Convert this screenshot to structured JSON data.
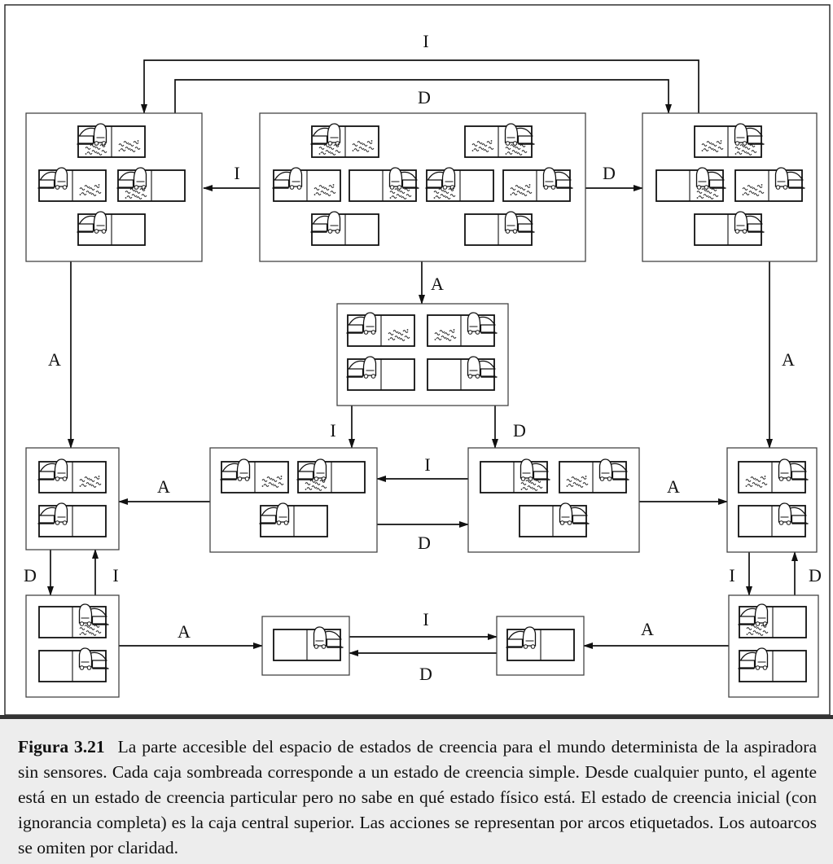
{
  "figure": {
    "action_labels": {
      "left": "I",
      "right": "D",
      "suck": "A"
    },
    "belief_states": [
      {
        "id": "top-center",
        "worlds": [
          {
            "agent": "left",
            "dirt_left": true,
            "dirt_right": true
          },
          {
            "agent": "right",
            "dirt_left": true,
            "dirt_right": true
          },
          {
            "agent": "left",
            "dirt_left": false,
            "dirt_right": true
          },
          {
            "agent": "right",
            "dirt_left": false,
            "dirt_right": true
          },
          {
            "agent": "left",
            "dirt_left": true,
            "dirt_right": false
          },
          {
            "agent": "right",
            "dirt_left": true,
            "dirt_right": false
          },
          {
            "agent": "left",
            "dirt_left": false,
            "dirt_right": false
          },
          {
            "agent": "right",
            "dirt_left": false,
            "dirt_right": false
          }
        ]
      },
      {
        "id": "top-left",
        "worlds": [
          {
            "agent": "left",
            "dirt_left": true,
            "dirt_right": true
          },
          {
            "agent": "left",
            "dirt_left": false,
            "dirt_right": true
          },
          {
            "agent": "left",
            "dirt_left": true,
            "dirt_right": false
          },
          {
            "agent": "left",
            "dirt_left": false,
            "dirt_right": false
          }
        ]
      },
      {
        "id": "top-right",
        "worlds": [
          {
            "agent": "right",
            "dirt_left": true,
            "dirt_right": true
          },
          {
            "agent": "right",
            "dirt_left": false,
            "dirt_right": true
          },
          {
            "agent": "right",
            "dirt_left": true,
            "dirt_right": false
          },
          {
            "agent": "right",
            "dirt_left": false,
            "dirt_right": false
          }
        ]
      },
      {
        "id": "middle-center",
        "worlds": [
          {
            "agent": "left",
            "dirt_left": false,
            "dirt_right": true
          },
          {
            "agent": "right",
            "dirt_left": true,
            "dirt_right": false
          },
          {
            "agent": "left",
            "dirt_left": false,
            "dirt_right": false
          },
          {
            "agent": "right",
            "dirt_left": false,
            "dirt_right": false
          }
        ]
      },
      {
        "id": "row3-left",
        "worlds": [
          {
            "agent": "left",
            "dirt_left": false,
            "dirt_right": true
          },
          {
            "agent": "left",
            "dirt_left": false,
            "dirt_right": false
          }
        ]
      },
      {
        "id": "row3-center-left",
        "worlds": [
          {
            "agent": "left",
            "dirt_left": false,
            "dirt_right": true
          },
          {
            "agent": "left",
            "dirt_left": true,
            "dirt_right": false
          },
          {
            "agent": "left",
            "dirt_left": false,
            "dirt_right": false
          }
        ]
      },
      {
        "id": "row3-center-right",
        "worlds": [
          {
            "agent": "right",
            "dirt_left": false,
            "dirt_right": true
          },
          {
            "agent": "right",
            "dirt_left": true,
            "dirt_right": false
          },
          {
            "agent": "right",
            "dirt_left": false,
            "dirt_right": false
          }
        ]
      },
      {
        "id": "row3-right",
        "worlds": [
          {
            "agent": "right",
            "dirt_left": true,
            "dirt_right": false
          },
          {
            "agent": "right",
            "dirt_left": false,
            "dirt_right": false
          }
        ]
      },
      {
        "id": "bottom-left",
        "worlds": [
          {
            "agent": "right",
            "dirt_left": false,
            "dirt_right": true
          },
          {
            "agent": "right",
            "dirt_left": false,
            "dirt_right": false
          }
        ]
      },
      {
        "id": "bottom-center-left",
        "worlds": [
          {
            "agent": "right",
            "dirt_left": false,
            "dirt_right": false
          }
        ]
      },
      {
        "id": "bottom-center-right",
        "worlds": [
          {
            "agent": "left",
            "dirt_left": false,
            "dirt_right": false
          }
        ]
      },
      {
        "id": "bottom-right",
        "worlds": [
          {
            "agent": "left",
            "dirt_left": true,
            "dirt_right": false
          },
          {
            "agent": "left",
            "dirt_left": false,
            "dirt_right": false
          }
        ]
      }
    ],
    "transitions": [
      {
        "from": "top-center",
        "to": "top-left",
        "action": "I"
      },
      {
        "from": "top-center",
        "to": "top-right",
        "action": "D"
      },
      {
        "from": "top-center",
        "to": "middle-center",
        "action": "A"
      },
      {
        "from": "top-right",
        "to": "top-left",
        "action": "I"
      },
      {
        "from": "top-left",
        "to": "top-right",
        "action": "D"
      },
      {
        "from": "top-left",
        "to": "row3-left",
        "action": "A"
      },
      {
        "from": "top-right",
        "to": "row3-right",
        "action": "A"
      },
      {
        "from": "middle-center",
        "to": "row3-center-left",
        "action": "I"
      },
      {
        "from": "middle-center",
        "to": "row3-center-right",
        "action": "D"
      },
      {
        "from": "row3-center-left",
        "to": "row3-left",
        "action": "A"
      },
      {
        "from": "row3-center-right",
        "to": "row3-center-left",
        "action": "I"
      },
      {
        "from": "row3-center-left",
        "to": "row3-center-right",
        "action": "D"
      },
      {
        "from": "row3-center-right",
        "to": "row3-right",
        "action": "A"
      },
      {
        "from": "row3-left",
        "to": "bottom-left",
        "action": "D"
      },
      {
        "from": "bottom-left",
        "to": "row3-left",
        "action": "I"
      },
      {
        "from": "row3-right",
        "to": "bottom-right",
        "action": "I"
      },
      {
        "from": "bottom-right",
        "to": "row3-right",
        "action": "D"
      },
      {
        "from": "bottom-left",
        "to": "bottom-center-left",
        "action": "A"
      },
      {
        "from": "bottom-center-left",
        "to": "bottom-center-right",
        "action": "I"
      },
      {
        "from": "bottom-center-right",
        "to": "bottom-center-left",
        "action": "D"
      },
      {
        "from": "bottom-right",
        "to": "bottom-center-right",
        "action": "A"
      }
    ]
  },
  "caption": {
    "label": "Figura 3.21",
    "text": "La parte accesible del espacio de estados de creencia para el mundo determinista de la aspiradora sin sensores. Cada caja sombreada corresponde a un estado de creencia simple. Desde cualquier punto, el agente está en un estado de creencia particular pero no sabe en qué estado físico está. El estado de creencia inicial (con ignorancia completa) es la caja central superior. Las acciones se representan por arcos etiquetados. Los autoarcos se omiten por claridad."
  }
}
